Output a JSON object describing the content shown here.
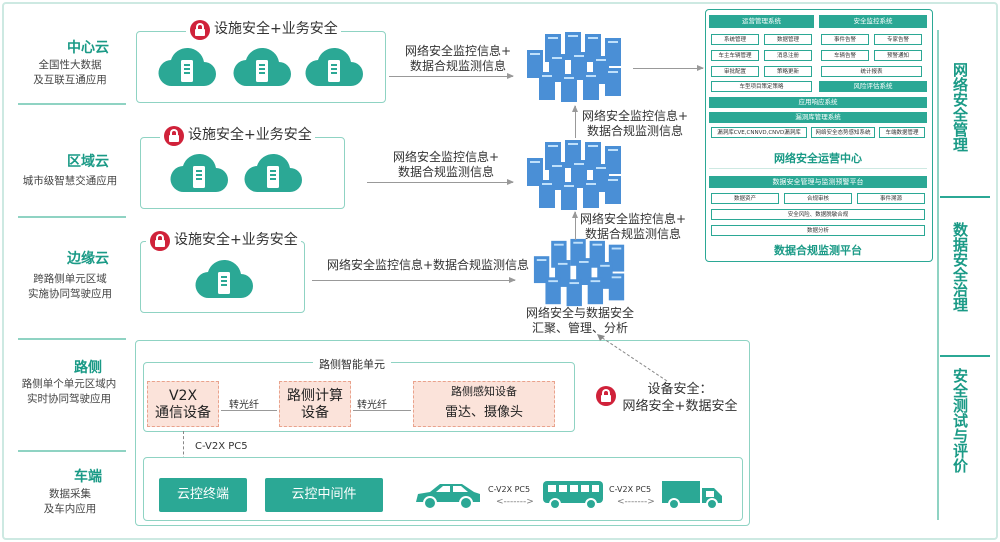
{
  "tiers": {
    "center": {
      "title": "中心云",
      "desc": "全国性大数据\n及互联互通应用"
    },
    "region": {
      "title": "区域云",
      "desc": "城市级智慧交通应用"
    },
    "edge": {
      "title": "边缘云",
      "desc": "跨路侧单元区域\n实施协同驾驶应用"
    },
    "roadside": {
      "title": "路侧",
      "desc": "路侧单个单元区域内\n实时协同驾驶应用"
    },
    "vehicle": {
      "title": "车端",
      "desc": "数据采集\n及车内应用"
    }
  },
  "security_label": "设施安全+业务安全",
  "flows": {
    "center": "网络安全监控信息+\n数据合规监测信息",
    "region": "网络安全监控信息+\n数据合规监测信息",
    "edge": "网络安全监控信息+数据合规监测信息",
    "up1": "网络安全监控信息+\n数据合规监测信息",
    "up2": "网络安全监控信息+\n数据合规监测信息"
  },
  "hub_label": "网络安全与数据安全\n汇聚、管理、分析",
  "roadside": {
    "unit_title": "路侧智能单元",
    "v2x": "V2X\n通信设备",
    "compute": "路侧计算\n设备",
    "sensing_title": "路侧感知设备",
    "sensing": "雷达、摄像头",
    "fiber1": "转光纤",
    "fiber2": "转光纤",
    "pc5": "C-V2X PC5",
    "device_security": "设备安全：\n网络安全+数据安全"
  },
  "vehicle": {
    "terminal": "云控终端",
    "middleware": "云控中间件",
    "pc5_a": "C-V2X PC5",
    "pc5_b": "C-V2X PC5"
  },
  "ops_panel": {
    "ops_system": "运营管理系统",
    "monitor_system": "安全监控系统",
    "ops_cells": [
      "系统管理",
      "数据管理",
      "车主车辆管理",
      "消息注册",
      "审批配置",
      "策略更新"
    ],
    "monitor_cells": [
      "事件告警",
      "专家告警",
      "车辆告警",
      "预警通知"
    ],
    "bar_stats": "统计报表",
    "bar_policy": "车型项目策定策略",
    "bar_risk": "风险评估系统",
    "bar_app": "应用响应系统",
    "bar_vuln": "漏洞库管理系统",
    "cells3": [
      "漏洞库CVE,CNNVD,CNVD漏洞库",
      "网络安全态势感知系统",
      "车端数据管理"
    ],
    "title": "网络安全运营中心"
  },
  "data_panel": {
    "bar_top": "数据安全管理与监测预警平台",
    "cells": [
      "数据资产",
      "合规审核",
      "事件溯源"
    ],
    "bar_mid": "安全风险、数据脱敏合规",
    "bar_bottom": "数据分析",
    "title": "数据合规监测平台"
  },
  "right_labels": {
    "l1": "网络安全管理",
    "l2": "数据安全治理",
    "l3": "安全测试与评价"
  },
  "colors": {
    "teal": "#2ba895",
    "teal_light": "#8fd3c3",
    "lock": "#d0223a",
    "pink": "#fbe3da"
  }
}
